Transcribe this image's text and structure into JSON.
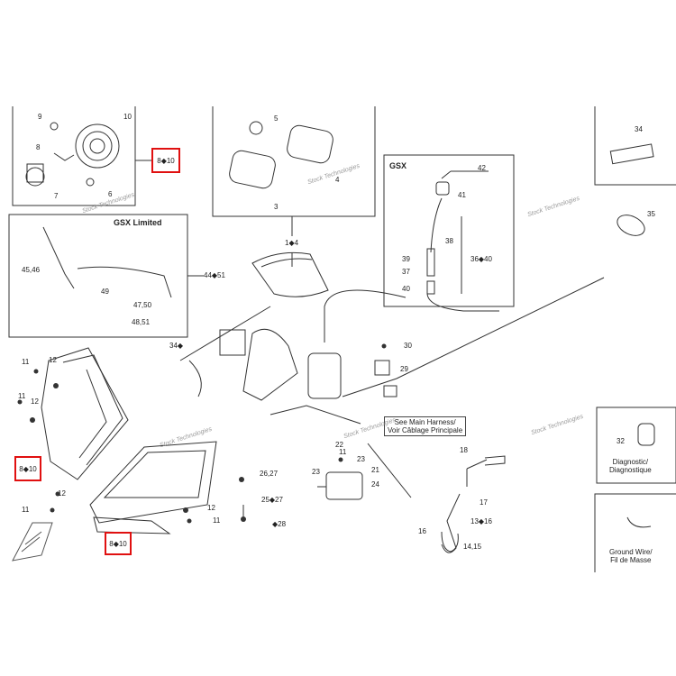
{
  "panels": {
    "gsx": {
      "title": "GSX"
    },
    "gsx_limited": {
      "title": "GSX Limited"
    }
  },
  "callouts": {
    "c10": "10",
    "c9": "9",
    "c8": "8",
    "c7": "7",
    "c6": "6",
    "c5": "5",
    "c3": "3",
    "c4": "4",
    "c1to4": "1◆4",
    "c42": "42",
    "c41": "41",
    "c38": "38",
    "c39": "39",
    "c37": "37",
    "c36to40": "36◆40",
    "c40": "40",
    "c34a": "34",
    "c35": "35",
    "c4546": "45,46",
    "c44to51": "44◆51",
    "c49": "49",
    "c4750": "47,50",
    "c4851": "48,51",
    "c34b": "34◆",
    "c30": "30",
    "c29": "29",
    "c11a": "11",
    "c12a": "12",
    "c11b": "11",
    "c12b": "12",
    "c11c": "11",
    "c12c": "12",
    "c11d": "11",
    "c12d": "12",
    "c11e": "11",
    "c2627": "26,27",
    "c25to27": "25◆27",
    "c28": "◆28",
    "c22": "22",
    "c23a": "23",
    "c23b": "23",
    "c21": "21",
    "c24": "24",
    "c18": "18",
    "c17": "17",
    "c13to16": "13◆16",
    "c16": "16",
    "c1415": "14,15",
    "c32": "32"
  },
  "ref_boxes": {
    "top": "8◆10",
    "left": "8◆10",
    "bottom": "8◆10"
  },
  "notes": {
    "harness_en": "See Main Harness/",
    "harness_fr": "Voir Câblage Principale",
    "diag_en": "Diagnostic/",
    "diag_fr": "Diagnostique",
    "ground_en": "Ground Wire/",
    "ground_fr": "Fil de Masse"
  },
  "watermarks": {
    "text": "Stock Technologies"
  },
  "colors": {
    "ref_box_border": "#e01010",
    "line": "#333333"
  }
}
